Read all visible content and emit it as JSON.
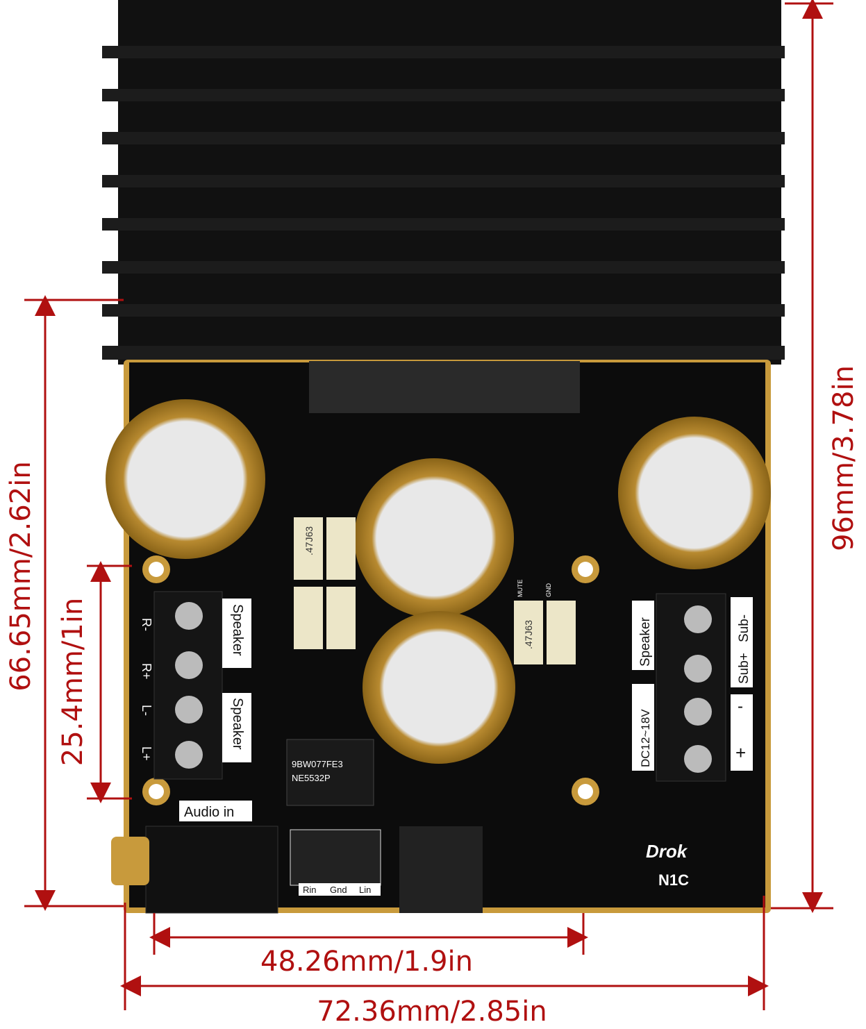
{
  "dimensions": {
    "total_height": "96mm/3.78in",
    "board_height": "66.65mm/2.62in",
    "hole_spacing_vertical": "25.4mm/1in",
    "hole_spacing_horizontal": "48.26mm/1.9in",
    "total_width": "72.36mm/2.85in"
  },
  "board": {
    "left_terminal_labels": [
      "R-",
      "R+",
      "L-",
      "L+"
    ],
    "speaker_label": "Speaker",
    "audio_in": "Audio in",
    "input_header": [
      "Rin",
      "Gnd",
      "Lin"
    ],
    "power_label": "DC12~18V",
    "sub_plus": "Sub+",
    "sub_minus": "Sub-",
    "minus": "-",
    "plus": "+",
    "mute": "MUTE",
    "gnd": "GND",
    "chip_line1": "9BW077FE3",
    "chip_line2": "NE5532P",
    "cap_label": ".47J63",
    "brand": "Drok",
    "model": "N1C"
  },
  "colors": {
    "dimension": "#b01010",
    "board": "#0c0c0c",
    "gold": "#c89a3c"
  }
}
